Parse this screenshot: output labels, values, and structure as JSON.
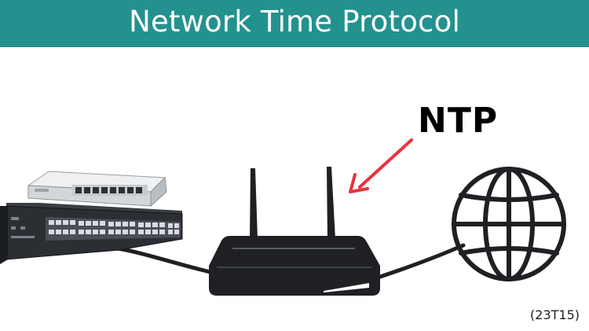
{
  "title": "Network Time Protocol",
  "protocol_label": "NTP",
  "image_code": "(23T15)",
  "colors": {
    "title_bar": "#23928f",
    "arrow": "#e8333d",
    "router": "#1f2023",
    "switch_dark": "#2b2e33",
    "switch_light": "#d9dcdf"
  },
  "icons": {
    "switches": "network-switch-stack-icon",
    "router": "wireless-router-icon",
    "globe": "globe-internet-icon",
    "arrow": "pointer-arrow-icon"
  }
}
